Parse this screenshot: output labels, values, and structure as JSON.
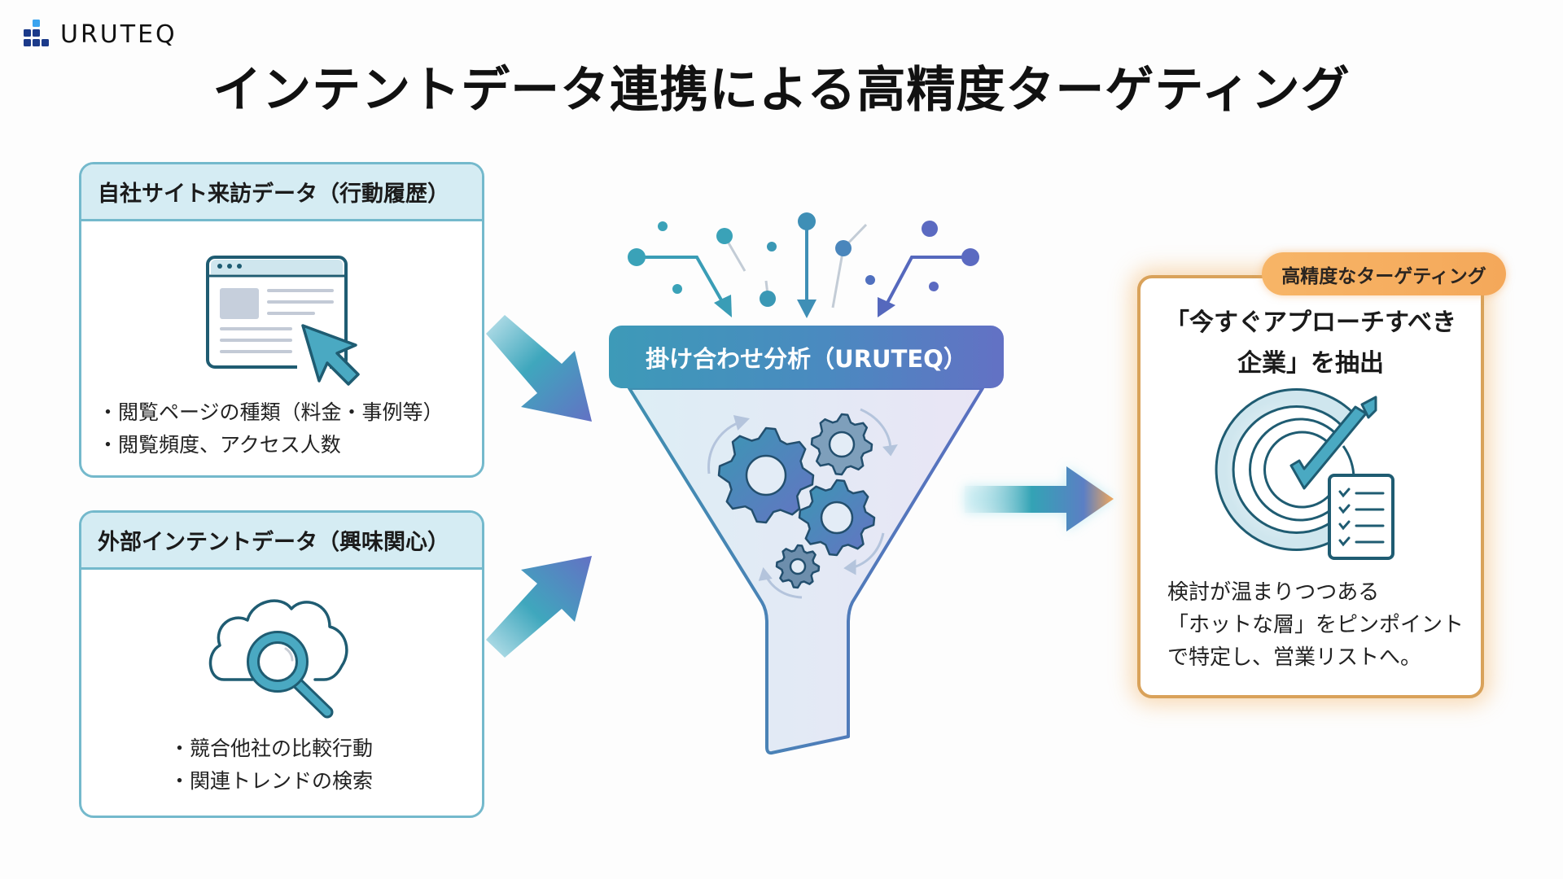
{
  "brand": {
    "name": "URUTEQ",
    "logo_icon": "blocks-logo-icon"
  },
  "title": "インテントデータ連携による高精度ターゲティング",
  "sources": [
    {
      "heading": "自社サイト来訪データ（行動履歴）",
      "icon": "browser-window-cursor-icon",
      "bullets": [
        "閲覧ページの種類（料金・事例等）",
        "閲覧頻度、アクセス人数"
      ]
    },
    {
      "heading": "外部インテントデータ（興味関心）",
      "icon": "cloud-search-icon",
      "bullets": [
        "競合他社の比較行動",
        "関連トレンドの検索"
      ]
    }
  ],
  "funnel": {
    "label": "掛け合わせ分析（URUTEQ）",
    "icons": [
      "data-points-icon",
      "gears-icon",
      "funnel-icon"
    ]
  },
  "result": {
    "badge": "高精度なターゲティング",
    "heading_line1": "「今すぐアプローチすべき",
    "heading_line2": "企業」を抽出",
    "icon": "target-checklist-icon",
    "desc_line1": "検討が温まりつつある",
    "desc_line2": "「ホットな層」をピンポイント",
    "desc_line3": "で特定し、営業リストへ。"
  },
  "colors": {
    "teal": "#3d9ab8",
    "indigo": "#6371c4",
    "border": "#74b9cc",
    "header_bg": "#d5ecf3",
    "orange": "#f4a85a",
    "icon_dark": "#1f5c72"
  }
}
